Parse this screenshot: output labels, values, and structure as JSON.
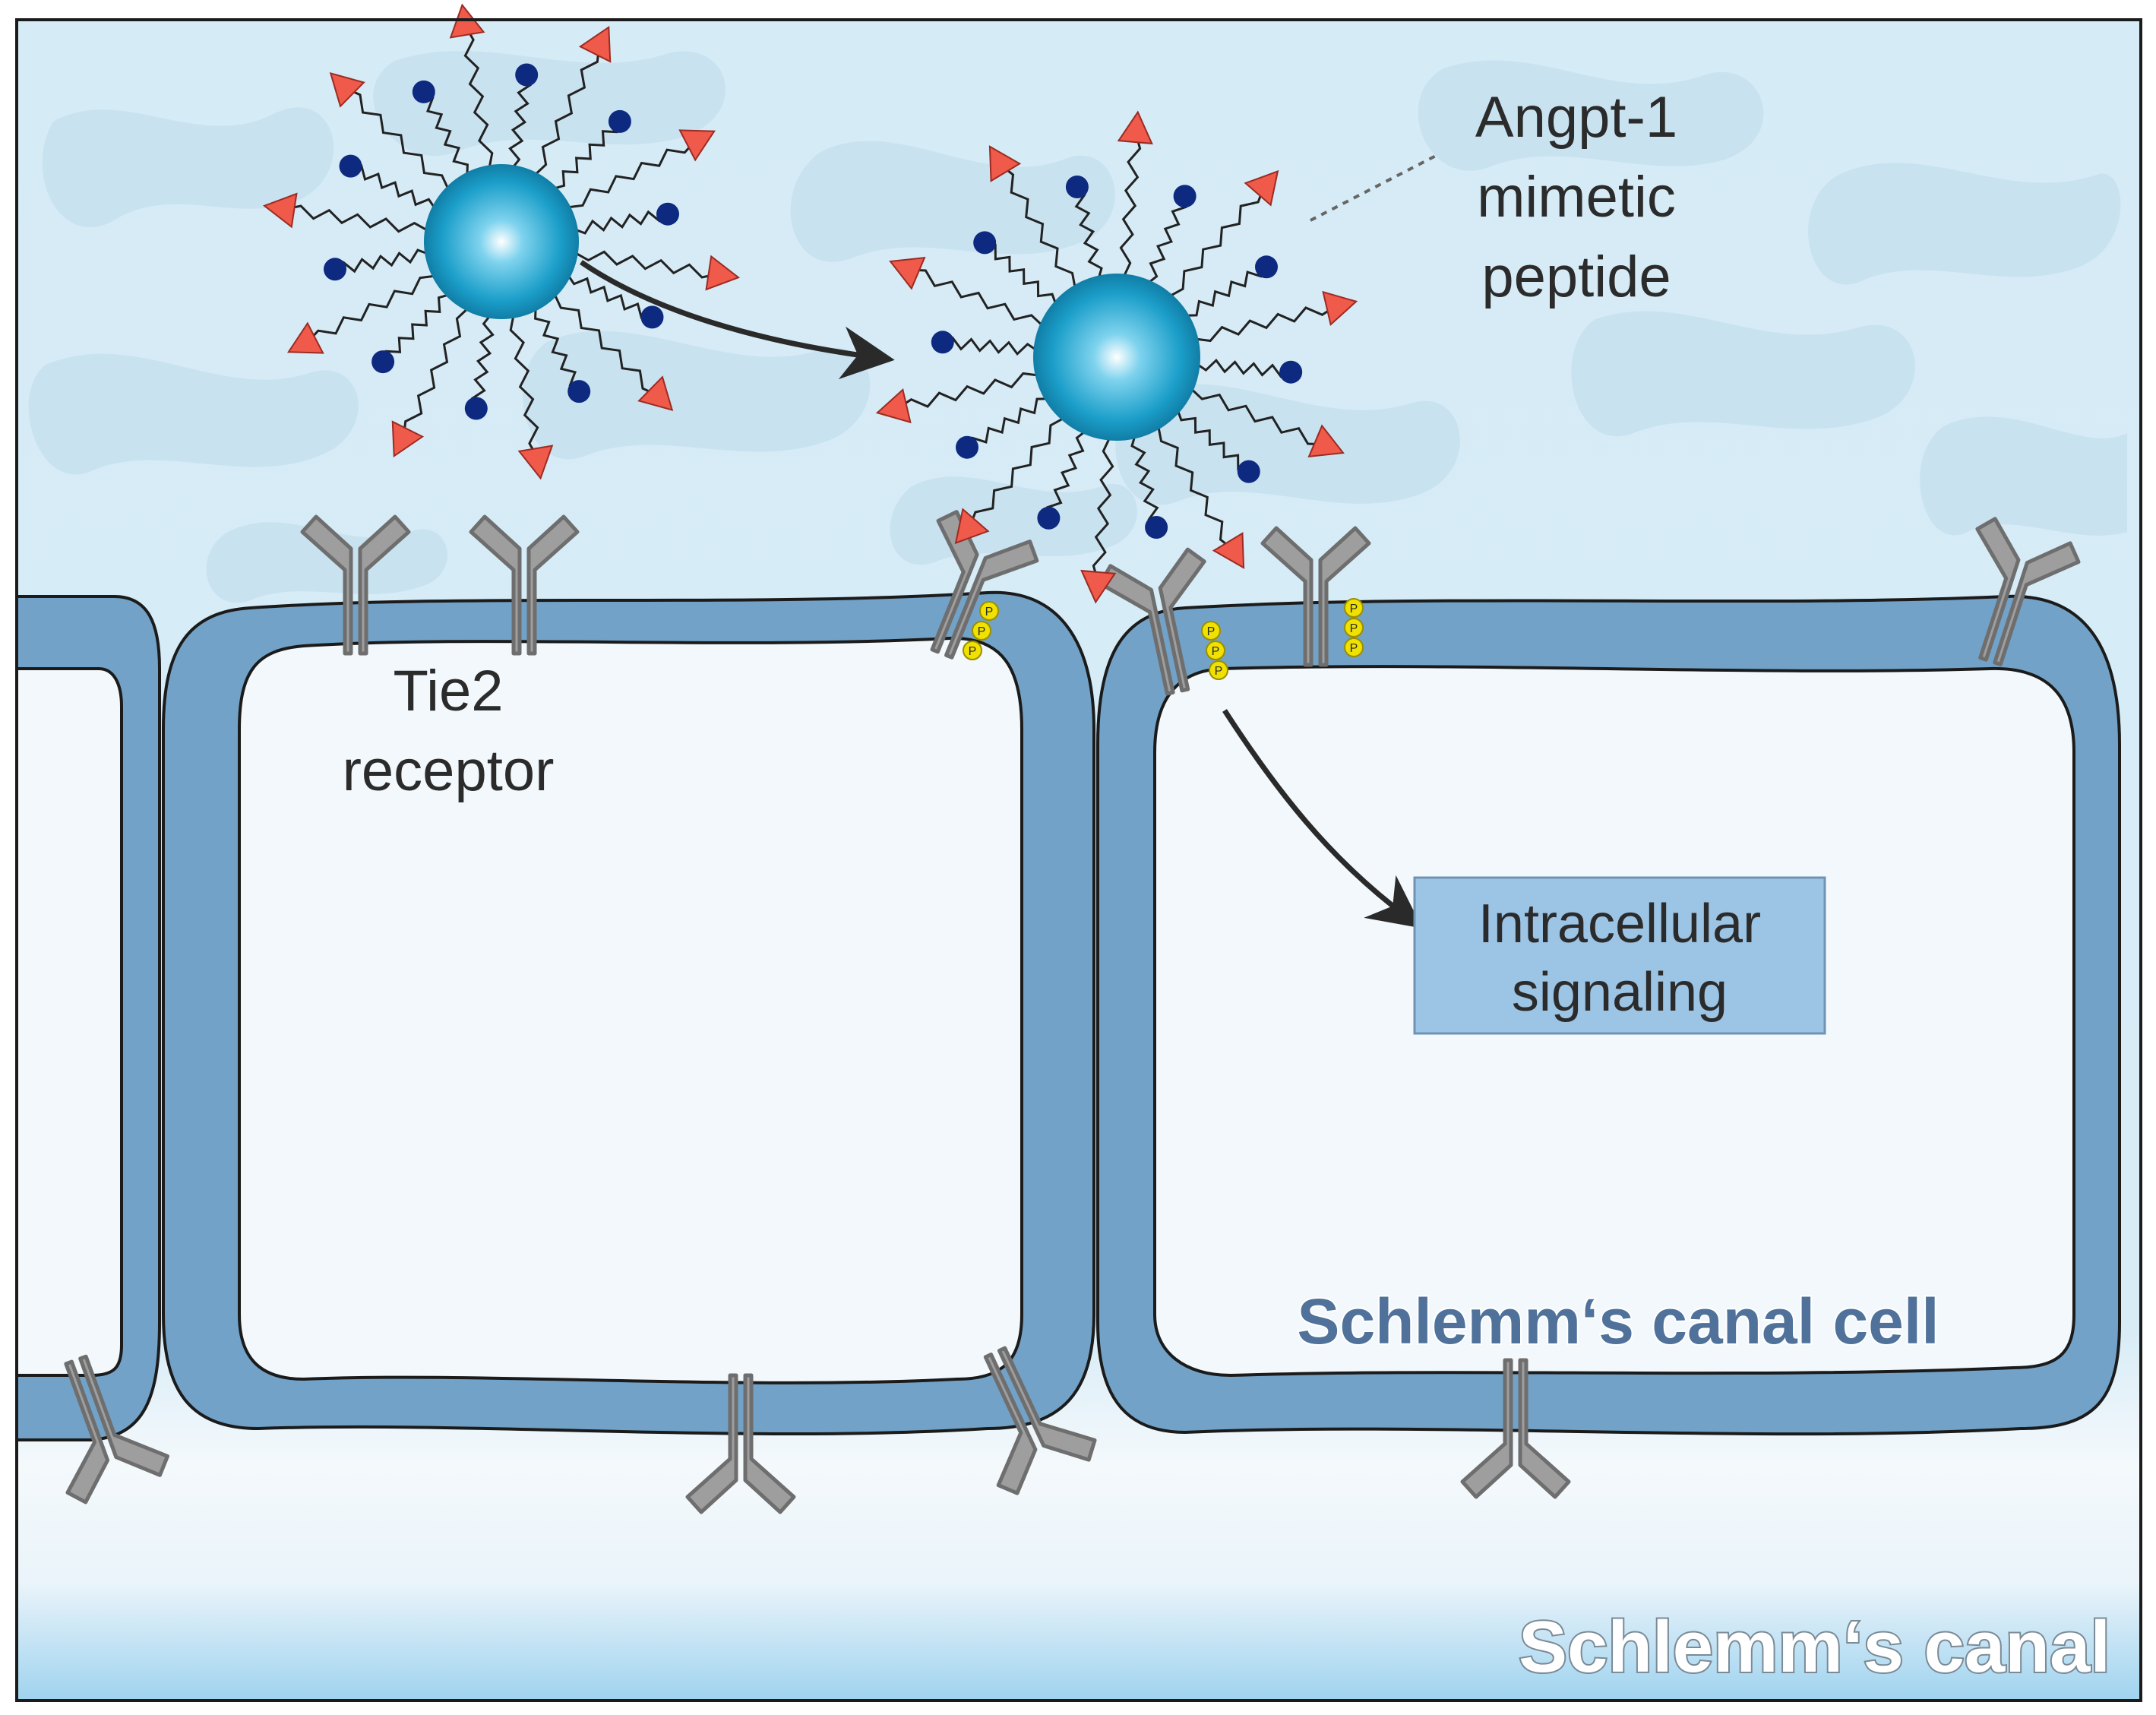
{
  "labels": {
    "peptide": [
      "Angpt-1",
      "mimetic",
      "peptide"
    ],
    "receptor": [
      "Tie2",
      "receptor"
    ],
    "signaling": [
      "Intracellular",
      "signaling"
    ],
    "cell": "Schlemm‘s canal cell",
    "canal": "Schlemm‘s canal",
    "phospho": "P"
  },
  "colors": {
    "lumen_top": "#d5ebf6",
    "lumen_blob": "#c3dded",
    "membrane": "#72a2c7",
    "cytoplasm": "#f2f8fb",
    "receptor": "#9e9e9e",
    "receptor_stroke": "#6e6e6e",
    "nanoparticle": "#1a9ec9",
    "peptide_triangle": "#ef5a4a",
    "ligand_dot": "#0d2a80",
    "phospho_dot": "#f1e100",
    "signal_box": "#9cc4e4",
    "cell_text": "#50729a",
    "canal_text": "#ffffff"
  },
  "icons": {
    "nanoparticle": "sphere-icon",
    "receptor": "y-shaped-receptor-icon",
    "phosphate": "phosphate-dot-icon"
  }
}
